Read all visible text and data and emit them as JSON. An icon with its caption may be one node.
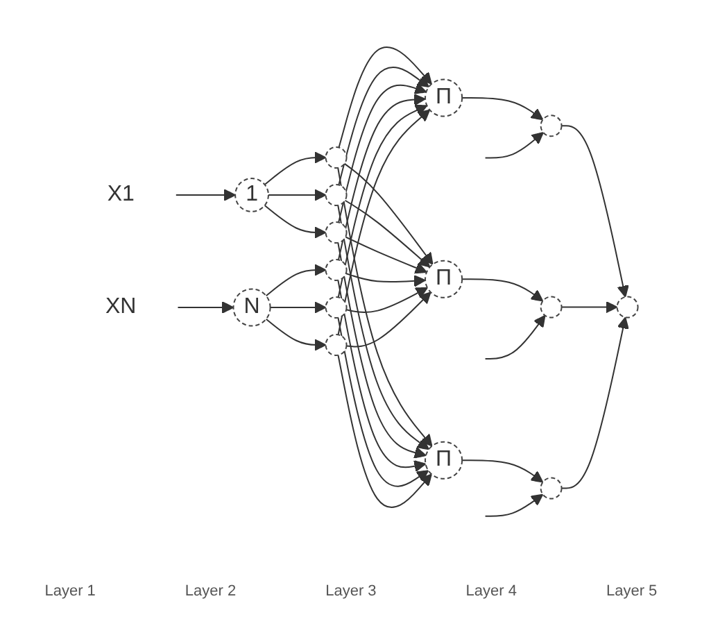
{
  "diagram": {
    "nodes": [
      {
        "text": [
          "X1"
        ]
      },
      {
        "text": [
          "1"
        ]
      },
      {
        "text": [],
        "shape": "circle"
      },
      {
        "text": [],
        "shape": "circle"
      },
      {
        "text": [],
        "shape": "circle"
      },
      {
        "text": [
          "XN"
        ]
      },
      {
        "text": [
          "N"
        ]
      },
      {
        "text": [],
        "shape": "circle"
      },
      {
        "text": [],
        "shape": "circle"
      },
      {
        "text": [],
        "shape": "circle"
      },
      {
        "text": [
          "Π"
        ]
      },
      {
        "text": [
          "Π"
        ]
      },
      {
        "text": [
          "Π"
        ]
      },
      {
        "text": [],
        "shape": "circle"
      },
      {
        "text": [],
        "shape": "circle"
      },
      {
        "text": [],
        "shape": "circle"
      },
      {
        "text": [],
        "shape": "circle"
      }
    ],
    "edges": [
      {
        "from": 0,
        "to": 1,
        "arrow": "to"
      },
      {
        "from": 1,
        "to": 2,
        "arrow": "to"
      },
      {
        "from": 1,
        "to": 3,
        "arrow": "to"
      },
      {
        "from": 1,
        "to": 4,
        "arrow": "to"
      },
      {
        "from": 5,
        "to": 6,
        "arrow": "to"
      },
      {
        "from": 6,
        "to": 7,
        "arrow": "to"
      },
      {
        "from": 6,
        "to": 8,
        "arrow": "to"
      },
      {
        "from": 6,
        "to": 9,
        "arrow": "to"
      },
      {
        "from": 2,
        "to": 10,
        "arrow": "to"
      },
      {
        "from": 2,
        "to": 11,
        "arrow": "to"
      },
      {
        "from": 2,
        "to": 12,
        "arrow": "to"
      },
      {
        "from": 3,
        "to": 10,
        "arrow": "to"
      },
      {
        "from": 3,
        "to": 11,
        "arrow": "to"
      },
      {
        "from": 3,
        "to": 12,
        "arrow": "to"
      },
      {
        "from": 4,
        "to": 10,
        "arrow": "to"
      },
      {
        "from": 4,
        "to": 11,
        "arrow": "to"
      },
      {
        "from": 4,
        "to": 12,
        "arrow": "to"
      },
      {
        "from": 7,
        "to": 10,
        "arrow": "to"
      },
      {
        "from": 7,
        "to": 11,
        "arrow": "to"
      },
      {
        "from": 7,
        "to": 12,
        "arrow": "to"
      },
      {
        "from": 8,
        "to": 10,
        "arrow": "to"
      },
      {
        "from": 8,
        "to": 11,
        "arrow": "to"
      },
      {
        "from": 8,
        "to": 12,
        "arrow": "to"
      },
      {
        "from": 9,
        "to": 10,
        "arrow": "to"
      },
      {
        "from": 9,
        "to": 11,
        "arrow": "to"
      },
      {
        "from": 9,
        "to": 12,
        "arrow": "to"
      },
      {
        "from": 10,
        "to": 13,
        "arrow": "to"
      },
      {
        "from": 11,
        "to": 14,
        "arrow": "to"
      },
      {
        "from": 12,
        "to": 15,
        "arrow": "to"
      },
      {
        "from": null,
        "to": 13,
        "arrow": "to"
      },
      {
        "from": null,
        "to": 14,
        "arrow": "to"
      },
      {
        "from": null,
        "to": 15,
        "arrow": "to"
      },
      {
        "from": 13,
        "to": 16,
        "arrow": "to"
      },
      {
        "from": 14,
        "to": 16,
        "arrow": "to"
      },
      {
        "from": 15,
        "to": 16,
        "arrow": "to"
      }
    ],
    "labels": [
      "Layer 1",
      "Layer 2",
      "Layer 3",
      "Layer 4",
      "Layer 5"
    ]
  }
}
